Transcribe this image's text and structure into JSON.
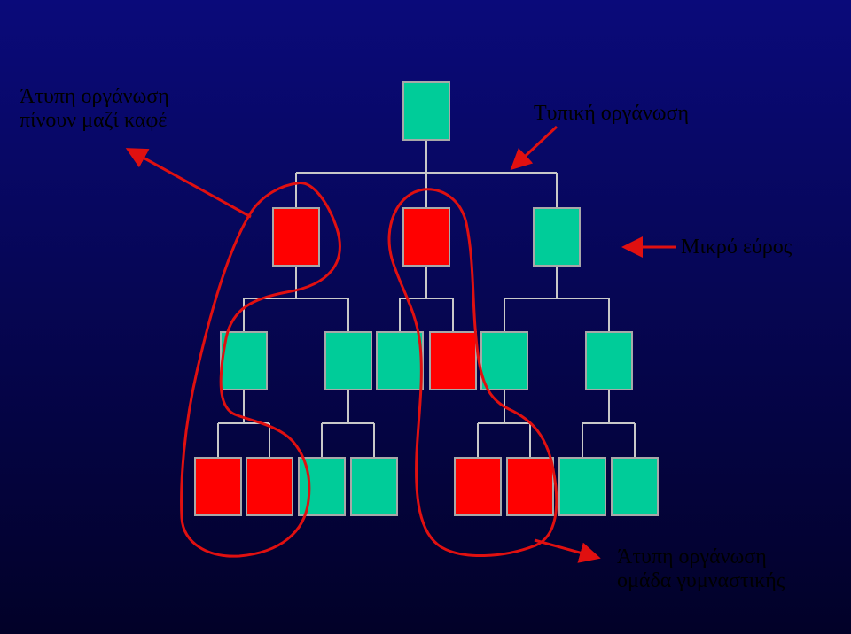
{
  "colors": {
    "background_top": "#0a0a7a",
    "background_bottom": "#020128",
    "box_normal": "#00cc99",
    "box_highlight": "#ff0000",
    "box_border": "#a8a8a8",
    "connector": "#c8c8c8",
    "annotation": "#e01010",
    "label_text": "#000000"
  },
  "labels": {
    "informal_coffee_line1": "Άτυπη οργάνωση",
    "informal_coffee_line2": "πίνουν μαζί καφέ",
    "formal": "Τυπική οργάνωση",
    "span": "Μικρό εύρος",
    "informal_gym_line1": "Άτυπη οργάνωση",
    "informal_gym_line2": "ομάδα γυμναστικής"
  },
  "org": {
    "levels": [
      {
        "boxes": [
          "normal"
        ]
      },
      {
        "boxes": [
          "highlight",
          "highlight",
          "normal"
        ]
      },
      {
        "boxes": [
          "normal",
          "normal",
          "normal",
          "highlight",
          "normal",
          "normal"
        ]
      },
      {
        "boxes": [
          "highlight",
          "highlight",
          "normal",
          "normal",
          "highlight",
          "highlight",
          "normal",
          "normal"
        ]
      }
    ]
  }
}
